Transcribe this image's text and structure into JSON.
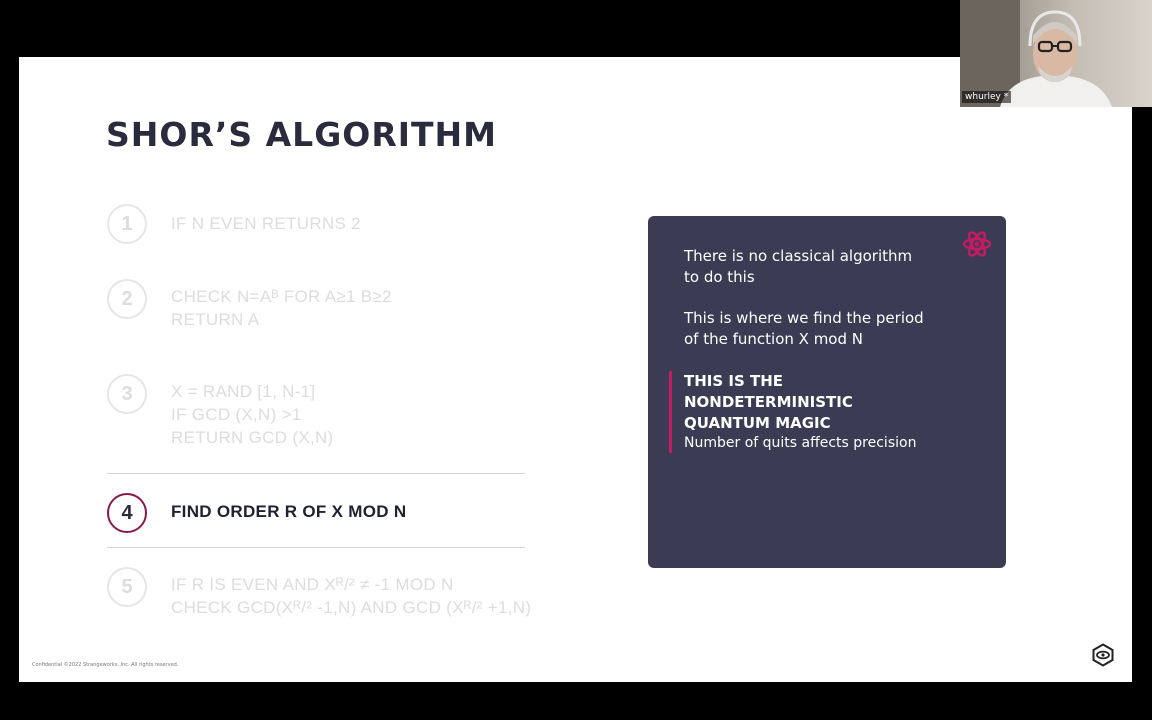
{
  "slide": {
    "title": "SHOR’S ALGORITHM",
    "steps": [
      {
        "number": "1",
        "lines": [
          "IF N EVEN RETURNS 2"
        ]
      },
      {
        "number": "2",
        "lines": [
          "CHECK N=Aᴮ FOR A≥1 B≥2",
          "RETURN A"
        ]
      },
      {
        "number": "3",
        "lines": [
          "X = RAND [1, N-1]",
          "IF GCD (X,N) >1",
          "RETURN GCD (X,N)"
        ]
      },
      {
        "number": "4",
        "lines": [
          "FIND ORDER R OF X MOD N"
        ]
      },
      {
        "number": "5",
        "lines": [
          "IF R IS EVEN AND Xᴿ/² ≠ -1 MOD N",
          "CHECK GCD(Xᴿ/² -1,N) AND GCD (Xᴿ/² +1,N)"
        ]
      }
    ],
    "active_step": 4,
    "footer": "Confidential ©2022 Strangeworks, Inc. All rights reserved."
  },
  "card": {
    "para1": [
      "There is no classical algorithm",
      "to do this"
    ],
    "para2": [
      "This is where we find the period",
      "of the function X mod N"
    ],
    "highlight": [
      "THIS IS THE",
      "NONDETERMINISTIC",
      "QUANTUM MAGIC"
    ],
    "note": "Number of quits affects precision",
    "icon": "atom-icon"
  },
  "webcam": {
    "name": "whurley *"
  },
  "colors": {
    "background": "#000000",
    "slide": "#ffffff",
    "card": "#3b3b54",
    "accent": "#c21c62",
    "title": "#2a2b3d",
    "faded_text": "#dcdce2"
  }
}
